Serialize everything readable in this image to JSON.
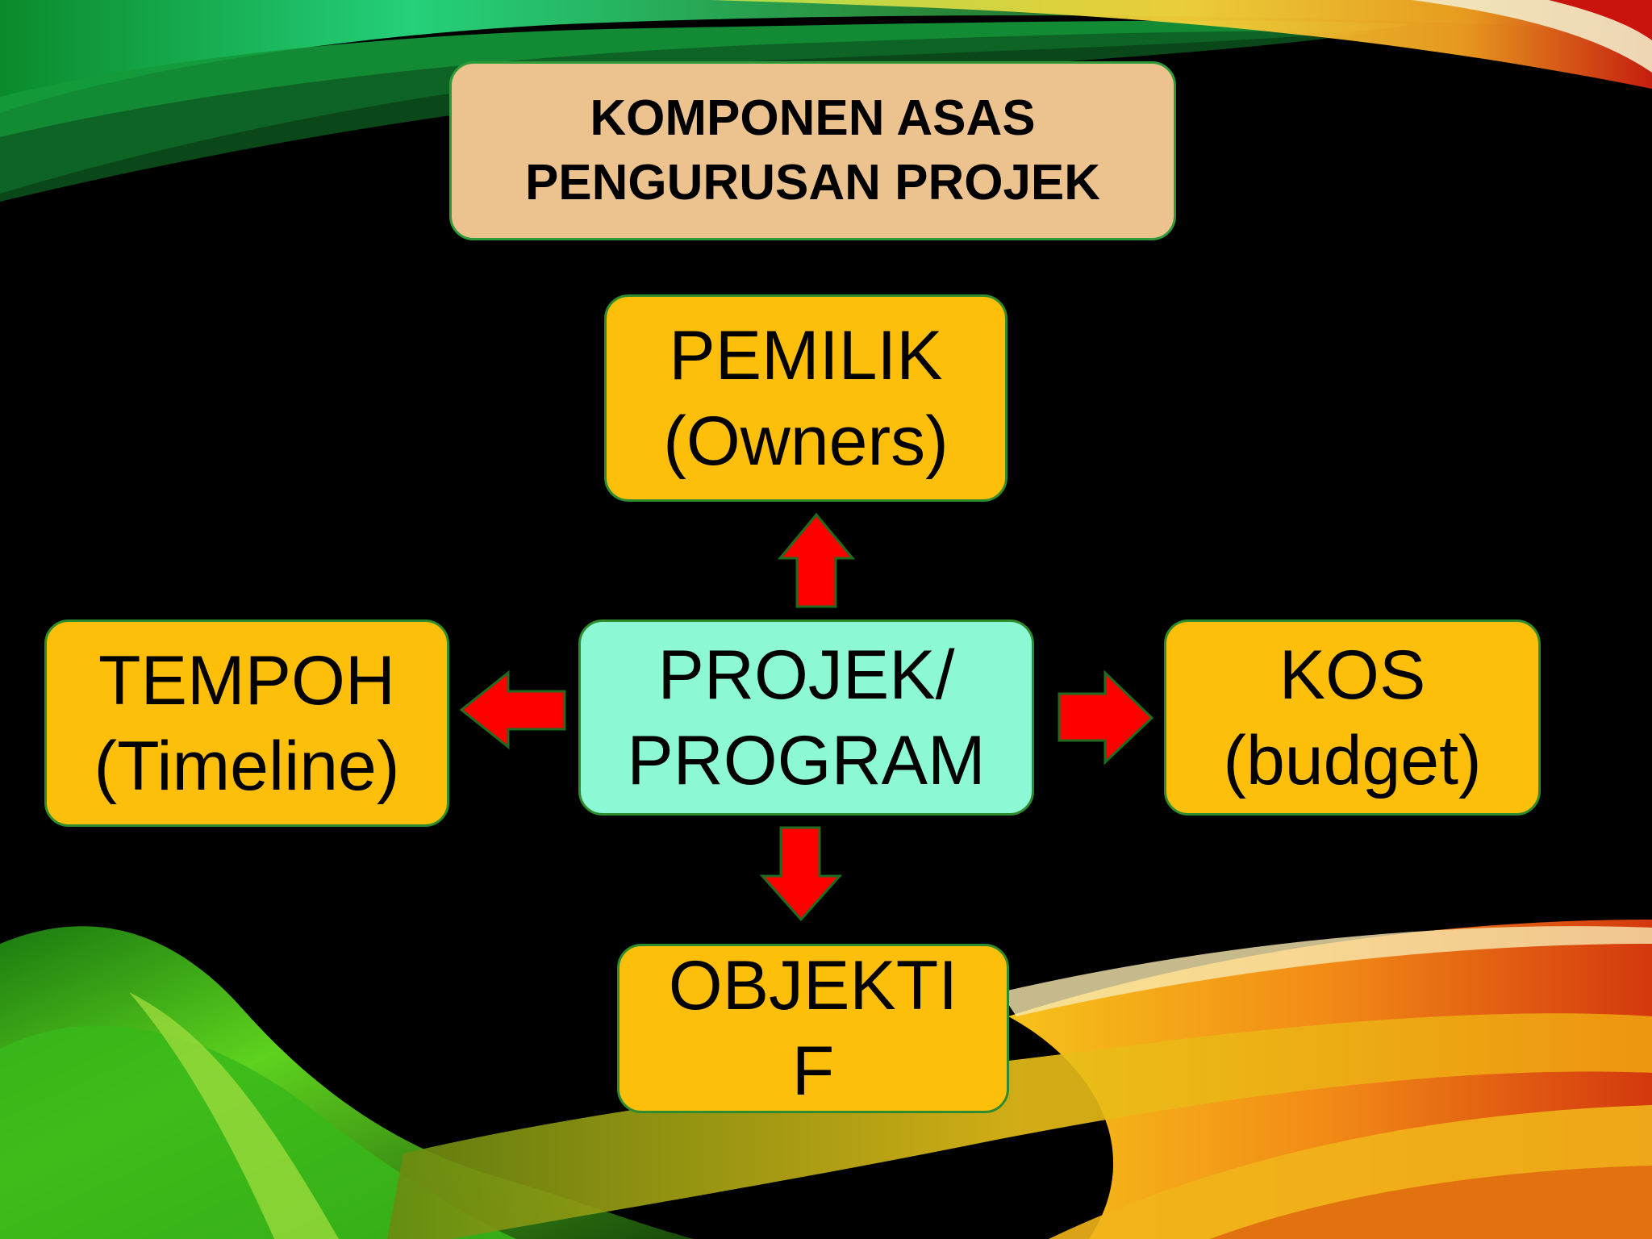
{
  "title": {
    "line1": "KOMPONEN ASAS",
    "line2": "PENGURUSAN PROJEK"
  },
  "center": {
    "line1": "PROJEK/",
    "line2": "PROGRAM"
  },
  "nodes": {
    "top": {
      "line1": "PEMILIK",
      "line2": "(Owners)"
    },
    "left": {
      "line1": "TEMPOH",
      "line2": "(Timeline)"
    },
    "right": {
      "line1": "KOS",
      "line2": "(budget)"
    },
    "bottom": {
      "line1": "OBJEKTI",
      "line2": "F"
    }
  },
  "colors": {
    "title_fill": "#ecc38e",
    "node_fill": "#fdbf0a",
    "center_fill": "#8cf9d4",
    "border": "#2e8b2e",
    "arrow": "#ff0000",
    "background": "#000000"
  }
}
